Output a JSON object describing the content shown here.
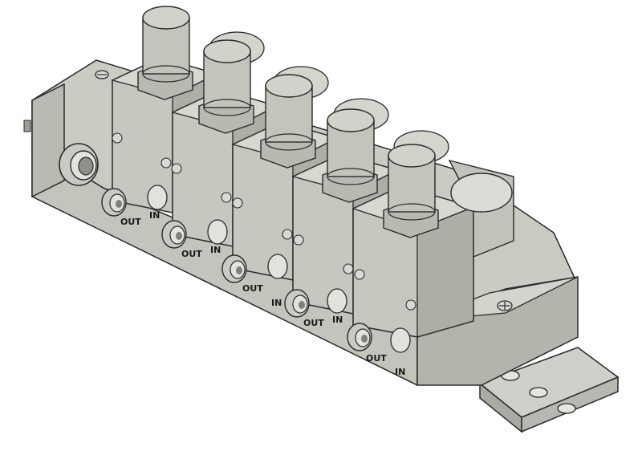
{
  "scene": {
    "background": "#ffffff",
    "body_color": "#c4c5bc",
    "body_light": "#d6d7cf",
    "body_dark": "#a7a89f",
    "edge_color": "#2a2a2a",
    "hole_color": "#e2e2dc",
    "rail_color": "#c9cac4"
  },
  "stations": [
    {
      "port_out": "OUT",
      "port_in": "IN"
    },
    {
      "port_out": "OUT",
      "port_in": "IN"
    },
    {
      "port_out": "OUT",
      "port_in": "IN"
    },
    {
      "port_out": "OUT",
      "port_in": "IN"
    },
    {
      "port_out": "OUT",
      "port_in": "IN"
    }
  ]
}
